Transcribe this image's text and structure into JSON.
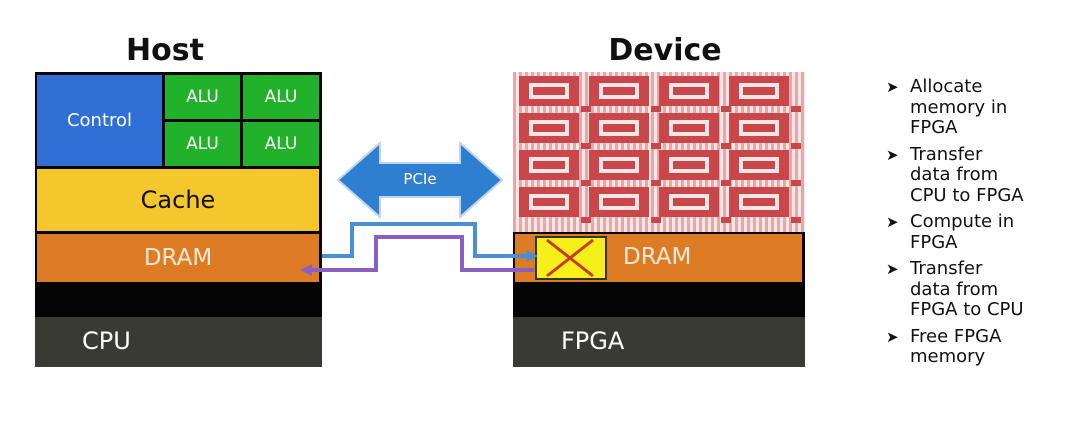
{
  "host": {
    "title": "Host",
    "control": "Control",
    "alu": [
      "ALU",
      "ALU",
      "ALU",
      "ALU"
    ],
    "cache": "Cache",
    "dram": "DRAM",
    "chip": "CPU"
  },
  "device": {
    "title": "Device",
    "dram": "DRAM",
    "chip": "FPGA"
  },
  "link": {
    "label": "PCIe"
  },
  "steps": [
    "Allocate memory in FPGA",
    "Transfer data from CPU to FPGA",
    "Compute in FPGA",
    "Transfer data from FPGA to CPU",
    "Free FPGA memory"
  ],
  "colors": {
    "control": "#2f6fd6",
    "alu": "#22b12a",
    "cache": "#f4c72c",
    "dram": "#dd7c24",
    "chip_dark": "#3a3a35",
    "fabric_red": "#c9474b",
    "fabric_bg": "#f3d8d8",
    "pcie_arrow": "#2f7fd0",
    "path_blue": "#4a8fd4",
    "path_purple": "#8a5fc0",
    "memory_block": "#f7ef1a",
    "x_mark": "#c43a2e"
  }
}
